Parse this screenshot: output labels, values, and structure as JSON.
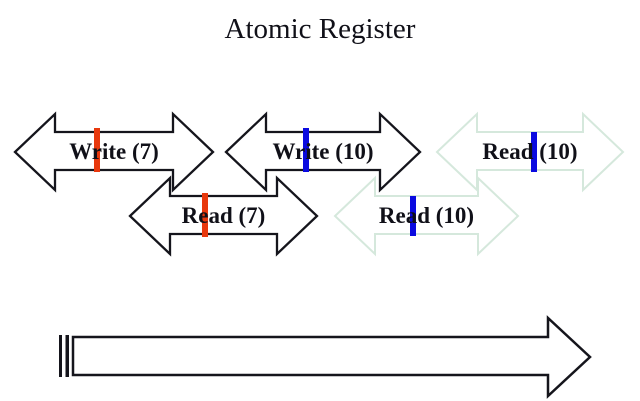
{
  "title": "Atomic Register",
  "colors": {
    "background": "#ffffff",
    "text": "#101018",
    "outline_black": "#15151c",
    "outline_pale": "#d5e8dc",
    "tick_red": "#e8380d",
    "tick_blue": "#0a0ae0",
    "arrow_fill": "#ffffff"
  },
  "arrows": [
    {
      "label": "Write (7)",
      "outline": "black",
      "tick": "red"
    },
    {
      "label": "Write (10)",
      "outline": "black",
      "tick": "blue"
    },
    {
      "label": "Read (10)",
      "outline": "pale",
      "tick": "blue"
    },
    {
      "label": "Read (7)",
      "outline": "black",
      "tick": "red"
    },
    {
      "label": "Read (10)",
      "outline": "pale",
      "tick": "blue"
    }
  ]
}
